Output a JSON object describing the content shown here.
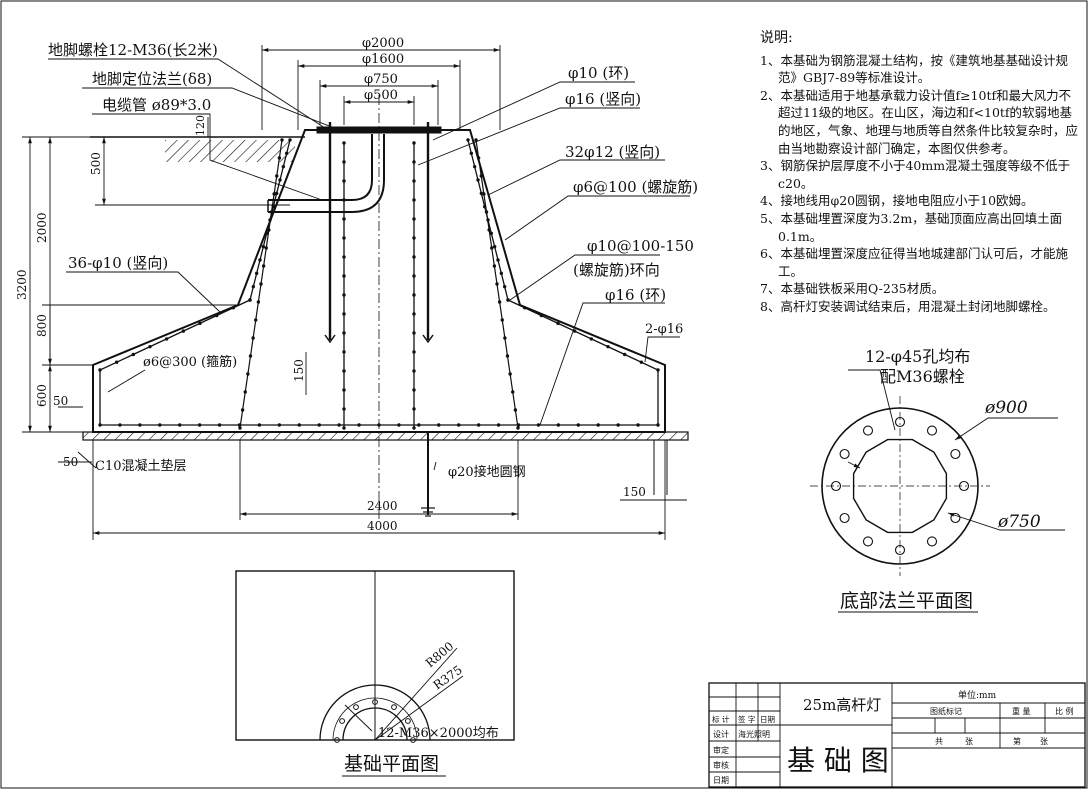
{
  "elevation": {
    "callouts_left": [
      "地脚螺栓12-M36(长2米)",
      "地脚定位法兰(δ8)",
      "电缆管 ø89*3.0",
      "36-φ10 (竖向)",
      "ø6@300 (箍筋)"
    ],
    "callouts_right": [
      "φ10 (环)",
      "φ16 (竖向)",
      "32φ12 (竖向)",
      "φ6@100 (螺旋筋)",
      "φ10@100-150",
      "(螺旋筋)环向",
      "φ16 (环)",
      "2-φ16"
    ],
    "dims_top": [
      "φ2000",
      "φ1600",
      "φ750",
      "φ500"
    ],
    "dims_left": [
      "3200",
      "2000",
      "500",
      "120",
      "800",
      "600",
      "50",
      "50"
    ],
    "dims_inner": [
      "150"
    ],
    "dims_bottom": [
      "2400",
      "4000",
      "150"
    ],
    "bottom_labels": [
      "C10混凝土垫层",
      "φ20接地圆钢"
    ]
  },
  "notes": {
    "title": "说明:",
    "items": [
      "1、本基础为钢筋混凝土结构，按《建筑地基基础设计规范》GBJ7-89等标准设计。",
      "2、本基础适用于地基承载力设计值f≥10tf和最大风力不超过11级的地区。在山区，海边和f<10tf的软弱地基的地区，气象、地理与地质等自然条件比较复杂时，应由当地勘察设计部门确定，本图仅供参考。",
      "3、钢筋保护层厚度不小于40mm混凝土强度等级不低于c20。",
      "4、接地线用φ20圆钢，接地电阻应小于10欧姆。",
      "5、本基础埋置深度为3.2m，基础顶面应高出回填土面0.1m。",
      "6、本基础埋置深度应征得当地城建部门认可后，才能施工。",
      "7、本基础铁板采用Q-235材质。",
      "8、高杆灯安装调试结束后，用混凝土封闭地脚螺栓。"
    ]
  },
  "flange": {
    "label1": "12-φ45孔均布",
    "label2": "配M36螺栓",
    "outer": "ø900",
    "inner": "ø750",
    "title": "底部法兰平面图"
  },
  "plan": {
    "r1": "R800",
    "r2": "R375",
    "bolts": "12-M36×2000均布",
    "title": "基础平面图"
  },
  "titleblock": {
    "project": "25m高杆灯",
    "unit": "单位:mm",
    "drawing_mark": "图纸标记",
    "weight": "重 量",
    "scale": "比 例",
    "total": "共",
    "sheet_label": "张",
    "page": "第",
    "page_label": "张",
    "r_mark": "标 计",
    "r_sign": "签 字",
    "r_date": "日期",
    "r_design": "设计",
    "designer": "海光照明",
    "r_check": "审定",
    "r_review": "审核",
    "r_date2": "日期",
    "drawing_name": "基 础 图"
  }
}
